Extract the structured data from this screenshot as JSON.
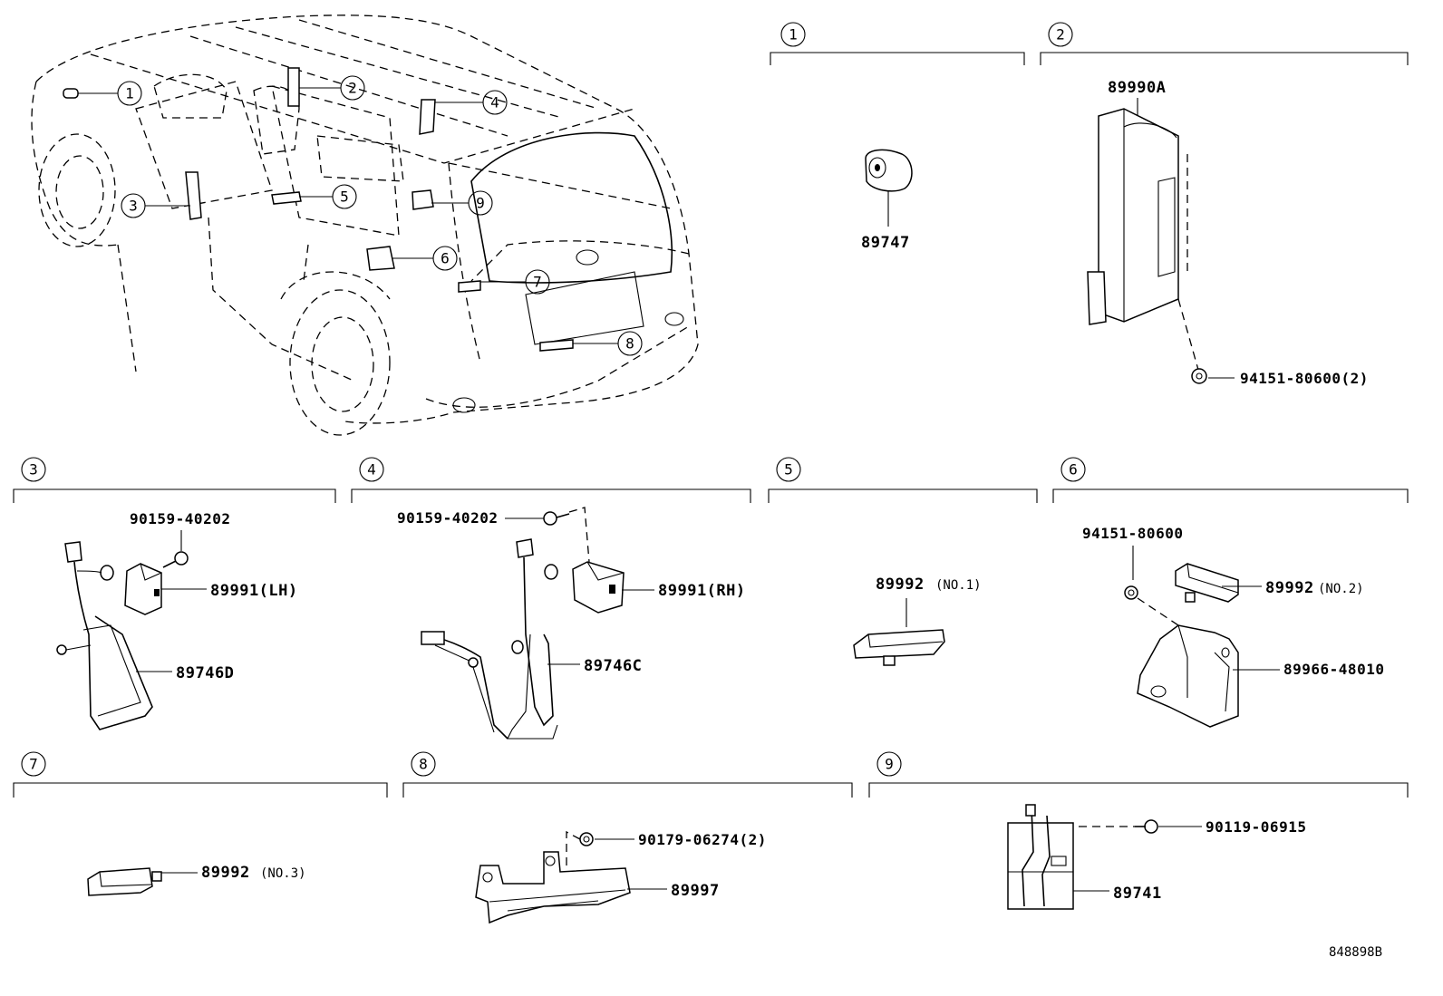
{
  "overview": {
    "callouts": [
      "1",
      "2",
      "3",
      "4",
      "5",
      "6",
      "7",
      "8",
      "9"
    ]
  },
  "sections": [
    {
      "num": "1",
      "labels": [
        "89747"
      ]
    },
    {
      "num": "2",
      "labels": [
        "89990A",
        "94151-80600(2)"
      ]
    },
    {
      "num": "3",
      "labels": [
        "90159-40202",
        "89991(LH)",
        "89746D"
      ]
    },
    {
      "num": "4",
      "labels": [
        "90159-40202",
        "89991(RH)",
        "89746C"
      ]
    },
    {
      "num": "5",
      "labels": [
        "89992",
        "(NO.1)"
      ]
    },
    {
      "num": "6",
      "labels": [
        "94151-80600",
        "89992",
        "(NO.2)",
        "89966-48010"
      ]
    },
    {
      "num": "7",
      "labels": [
        "89992",
        "(NO.3)"
      ]
    },
    {
      "num": "8",
      "labels": [
        "90179-06274(2)",
        "89997"
      ]
    },
    {
      "num": "9",
      "labels": [
        "90119-06915",
        "89741"
      ]
    }
  ],
  "footer": {
    "code": "848898B"
  }
}
